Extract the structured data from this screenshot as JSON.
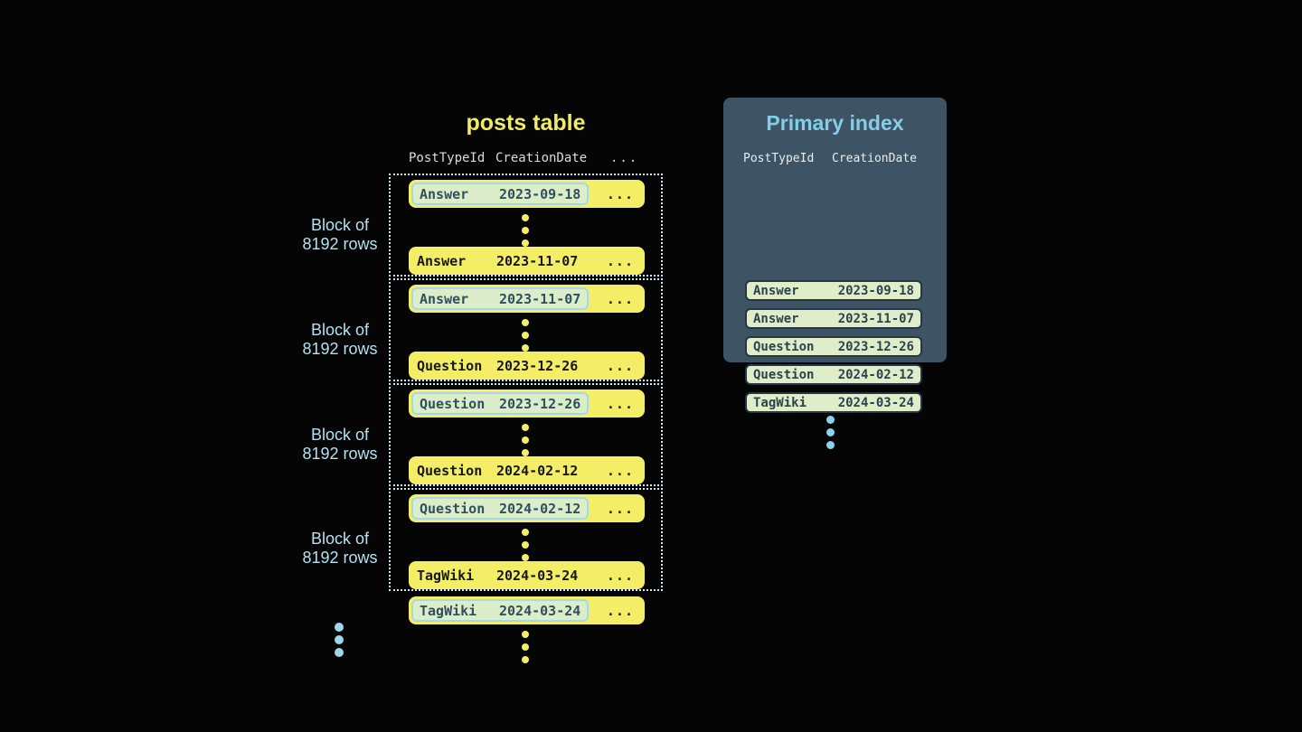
{
  "posts_table": {
    "title": "posts table",
    "header": {
      "col1": "PostTypeId",
      "col2": "CreationDate",
      "ellipsis": "..."
    },
    "block_label": {
      "line1": "Block of",
      "line2": "8192 rows"
    },
    "row_ellipsis": "...",
    "blocks": [
      {
        "first": {
          "type": "Answer",
          "date": "2023-09-18"
        },
        "last": {
          "type": "Answer",
          "date": "2023-11-07"
        }
      },
      {
        "first": {
          "type": "Answer",
          "date": "2023-11-07"
        },
        "last": {
          "type": "Question",
          "date": "2023-12-26"
        }
      },
      {
        "first": {
          "type": "Question",
          "date": "2023-12-26"
        },
        "last": {
          "type": "Question",
          "date": "2024-02-12"
        }
      },
      {
        "first": {
          "type": "Question",
          "date": "2024-02-12"
        },
        "last": {
          "type": "TagWiki",
          "date": "2024-03-24"
        }
      }
    ],
    "overflow_row": {
      "type": "TagWiki",
      "date": "2024-03-24"
    }
  },
  "primary_index": {
    "title": "Primary index",
    "header": {
      "col1": "PostTypeId",
      "col2": "CreationDate"
    },
    "rows": [
      {
        "type": "Answer",
        "date": "2023-09-18"
      },
      {
        "type": "Answer",
        "date": "2023-11-07"
      },
      {
        "type": "Question",
        "date": "2023-12-26"
      },
      {
        "type": "Question",
        "date": "2024-02-12"
      },
      {
        "type": "TagWiki",
        "date": "2024-03-24"
      }
    ]
  },
  "colors": {
    "background": "#050505",
    "row_yellow": "#f4ee66",
    "highlight_green": "#dcedca",
    "highlight_border_blue": "#a3d9eb",
    "block_dotted_border": "#cfeaf5",
    "block_label_blue": "#b4e0f0",
    "panel_bg": "#3e5464",
    "panel_title_blue": "#85cee8",
    "index_row_green": "#dfeec9",
    "dots_blue": "#8cd2ec"
  }
}
